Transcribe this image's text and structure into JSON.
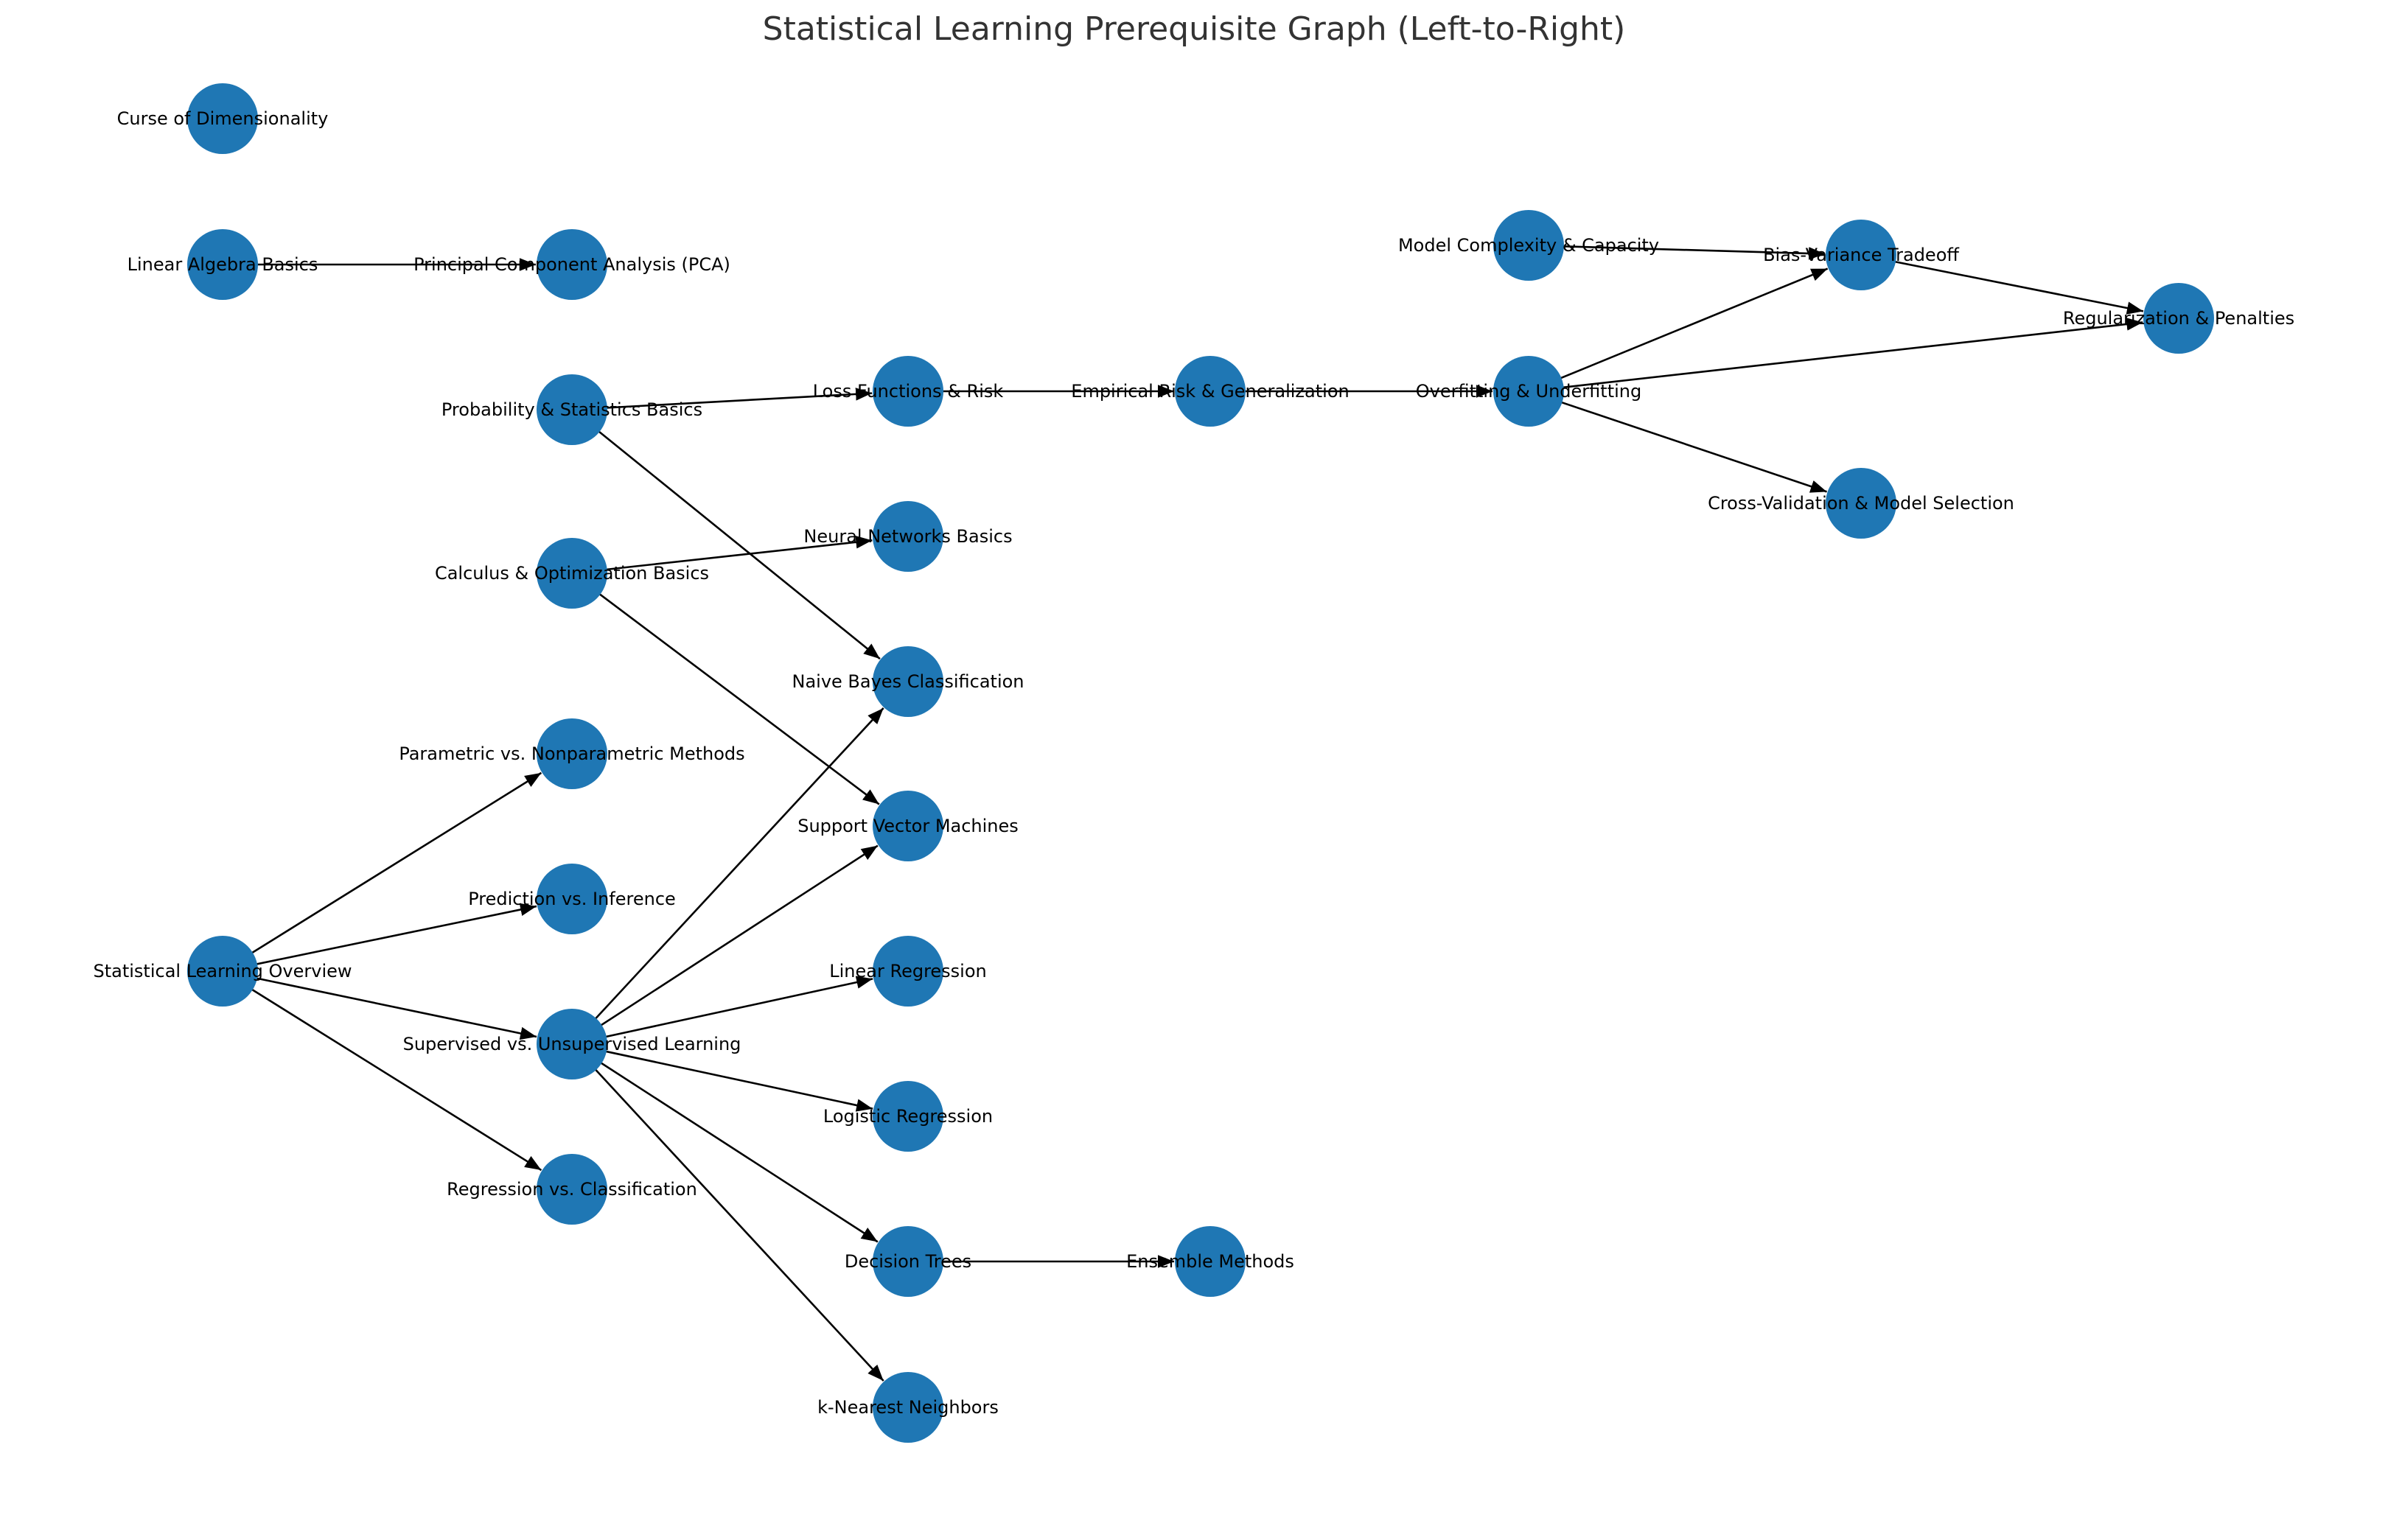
{
  "title": "Statistical Learning Prerequisite Graph (Left-to-Right)",
  "colors": {
    "node_fill": "#1f77b4",
    "edge": "#000000",
    "label": "#000000",
    "title": "#333333"
  },
  "nodes": [
    {
      "id": "curse",
      "label": "Curse of Dimensionality"
    },
    {
      "id": "linalg",
      "label": "Linear Algebra Basics"
    },
    {
      "id": "pca",
      "label": "Principal Component Analysis (PCA)"
    },
    {
      "id": "prob",
      "label": "Probability & Statistics Basics"
    },
    {
      "id": "calc",
      "label": "Calculus & Optimization Basics"
    },
    {
      "id": "loss",
      "label": "Loss Functions & Risk"
    },
    {
      "id": "nn",
      "label": "Neural Networks Basics"
    },
    {
      "id": "nb",
      "label": "Naive Bayes Classification"
    },
    {
      "id": "svm",
      "label": "Support Vector Machines"
    },
    {
      "id": "erm",
      "label": "Empirical Risk & Generalization"
    },
    {
      "id": "overfit",
      "label": "Overfitting & Underfitting"
    },
    {
      "id": "complexity",
      "label": "Model Complexity & Capacity"
    },
    {
      "id": "biasvar",
      "label": "Bias-Variance Tradeoff"
    },
    {
      "id": "cv",
      "label": "Cross-Validation & Model Selection"
    },
    {
      "id": "reg",
      "label": "Regularization & Penalties"
    },
    {
      "id": "param",
      "label": "Parametric vs. Nonparametric Methods"
    },
    {
      "id": "pred",
      "label": "Prediction vs. Inference"
    },
    {
      "id": "overview",
      "label": "Statistical Learning Overview"
    },
    {
      "id": "sup",
      "label": "Supervised vs. Unsupervised Learning"
    },
    {
      "id": "regclass",
      "label": "Regression vs. Classification"
    },
    {
      "id": "linreg",
      "label": "Linear Regression"
    },
    {
      "id": "logreg",
      "label": "Logistic Regression"
    },
    {
      "id": "dt",
      "label": "Decision Trees"
    },
    {
      "id": "ens",
      "label": "Ensemble Methods"
    },
    {
      "id": "knn",
      "label": "k-Nearest Neighbors"
    }
  ],
  "edges": [
    {
      "from": "linalg",
      "to": "pca"
    },
    {
      "from": "prob",
      "to": "loss"
    },
    {
      "from": "prob",
      "to": "nb"
    },
    {
      "from": "calc",
      "to": "nn"
    },
    {
      "from": "calc",
      "to": "svm"
    },
    {
      "from": "loss",
      "to": "erm"
    },
    {
      "from": "erm",
      "to": "overfit"
    },
    {
      "from": "complexity",
      "to": "biasvar"
    },
    {
      "from": "overfit",
      "to": "biasvar"
    },
    {
      "from": "overfit",
      "to": "reg"
    },
    {
      "from": "overfit",
      "to": "cv"
    },
    {
      "from": "biasvar",
      "to": "reg"
    },
    {
      "from": "overview",
      "to": "param"
    },
    {
      "from": "overview",
      "to": "pred"
    },
    {
      "from": "overview",
      "to": "sup"
    },
    {
      "from": "overview",
      "to": "regclass"
    },
    {
      "from": "sup",
      "to": "nb"
    },
    {
      "from": "sup",
      "to": "svm"
    },
    {
      "from": "sup",
      "to": "linreg"
    },
    {
      "from": "sup",
      "to": "logreg"
    },
    {
      "from": "sup",
      "to": "dt"
    },
    {
      "from": "sup",
      "to": "knn"
    },
    {
      "from": "dt",
      "to": "ens"
    }
  ]
}
